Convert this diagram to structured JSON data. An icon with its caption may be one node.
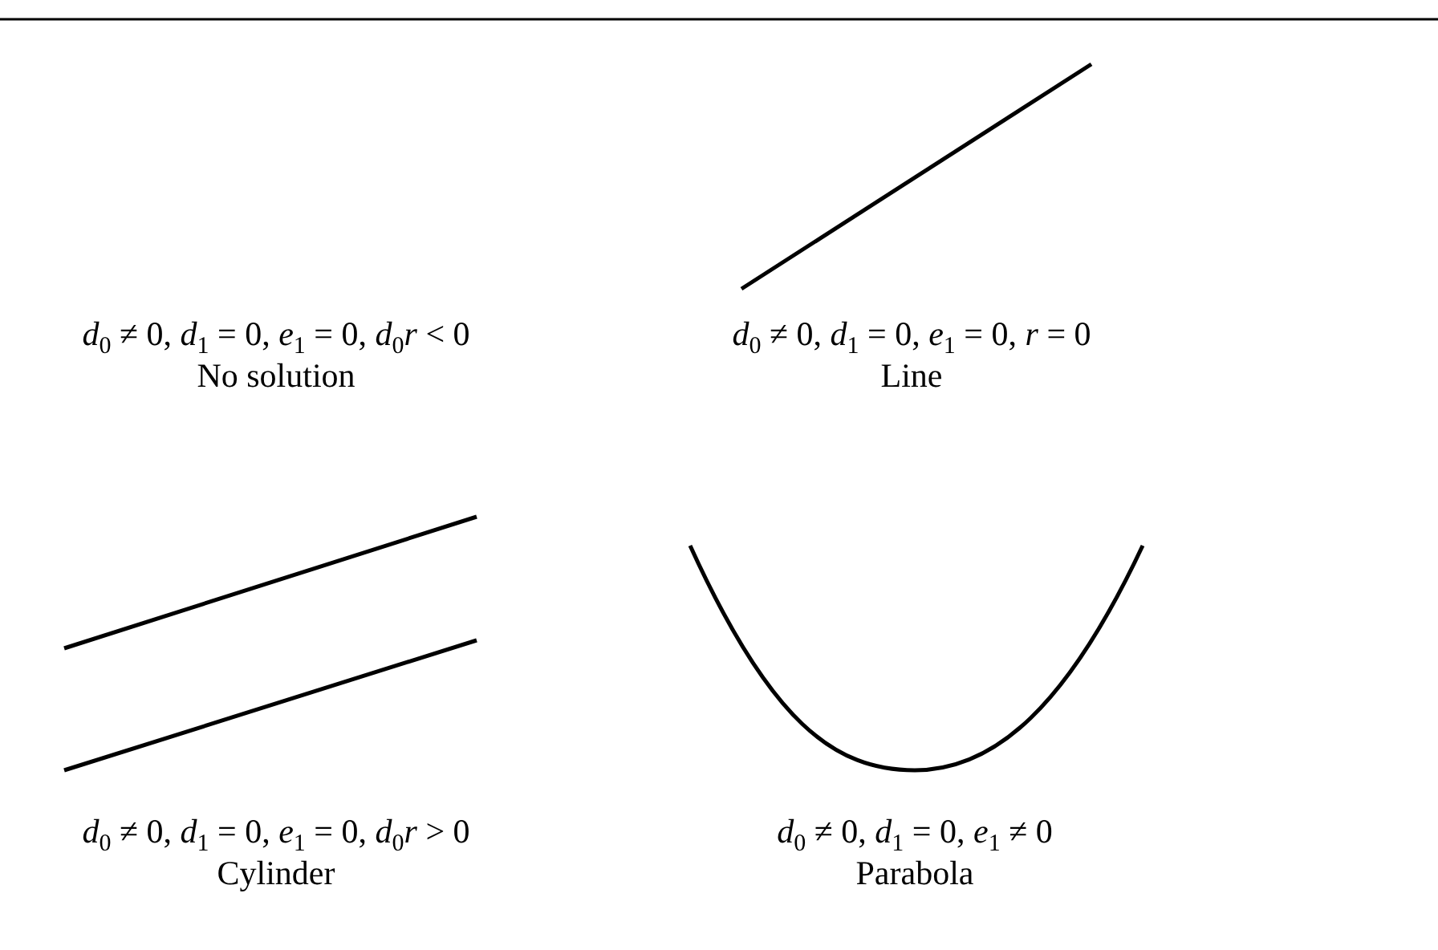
{
  "diagram": {
    "labels": [
      "*d*$_{0}$ ≠ 0, *d*$_{1}$ = 0, *e*$_{1}$ = 0, *d*$_{0}$*r* < 0",
      "No solution",
      "*d*$_{0}$ ≠ 0, *d*$_{1}$ = 0, *e*$_{1}$ = 0, *r* = 0",
      "Line",
      "*d*$_{0}$ ≠ 0, *d*$_{1}$ = 0, *e*$_{1}$ = 0, *d*$_{0}$*r* > 0",
      "Cylinder",
      "*d*$_{0}$ ≠ 0, *d*$_{1}$ = 0, *e*$_{1}$ ≠ 0",
      "Parabola"
    ]
  }
}
